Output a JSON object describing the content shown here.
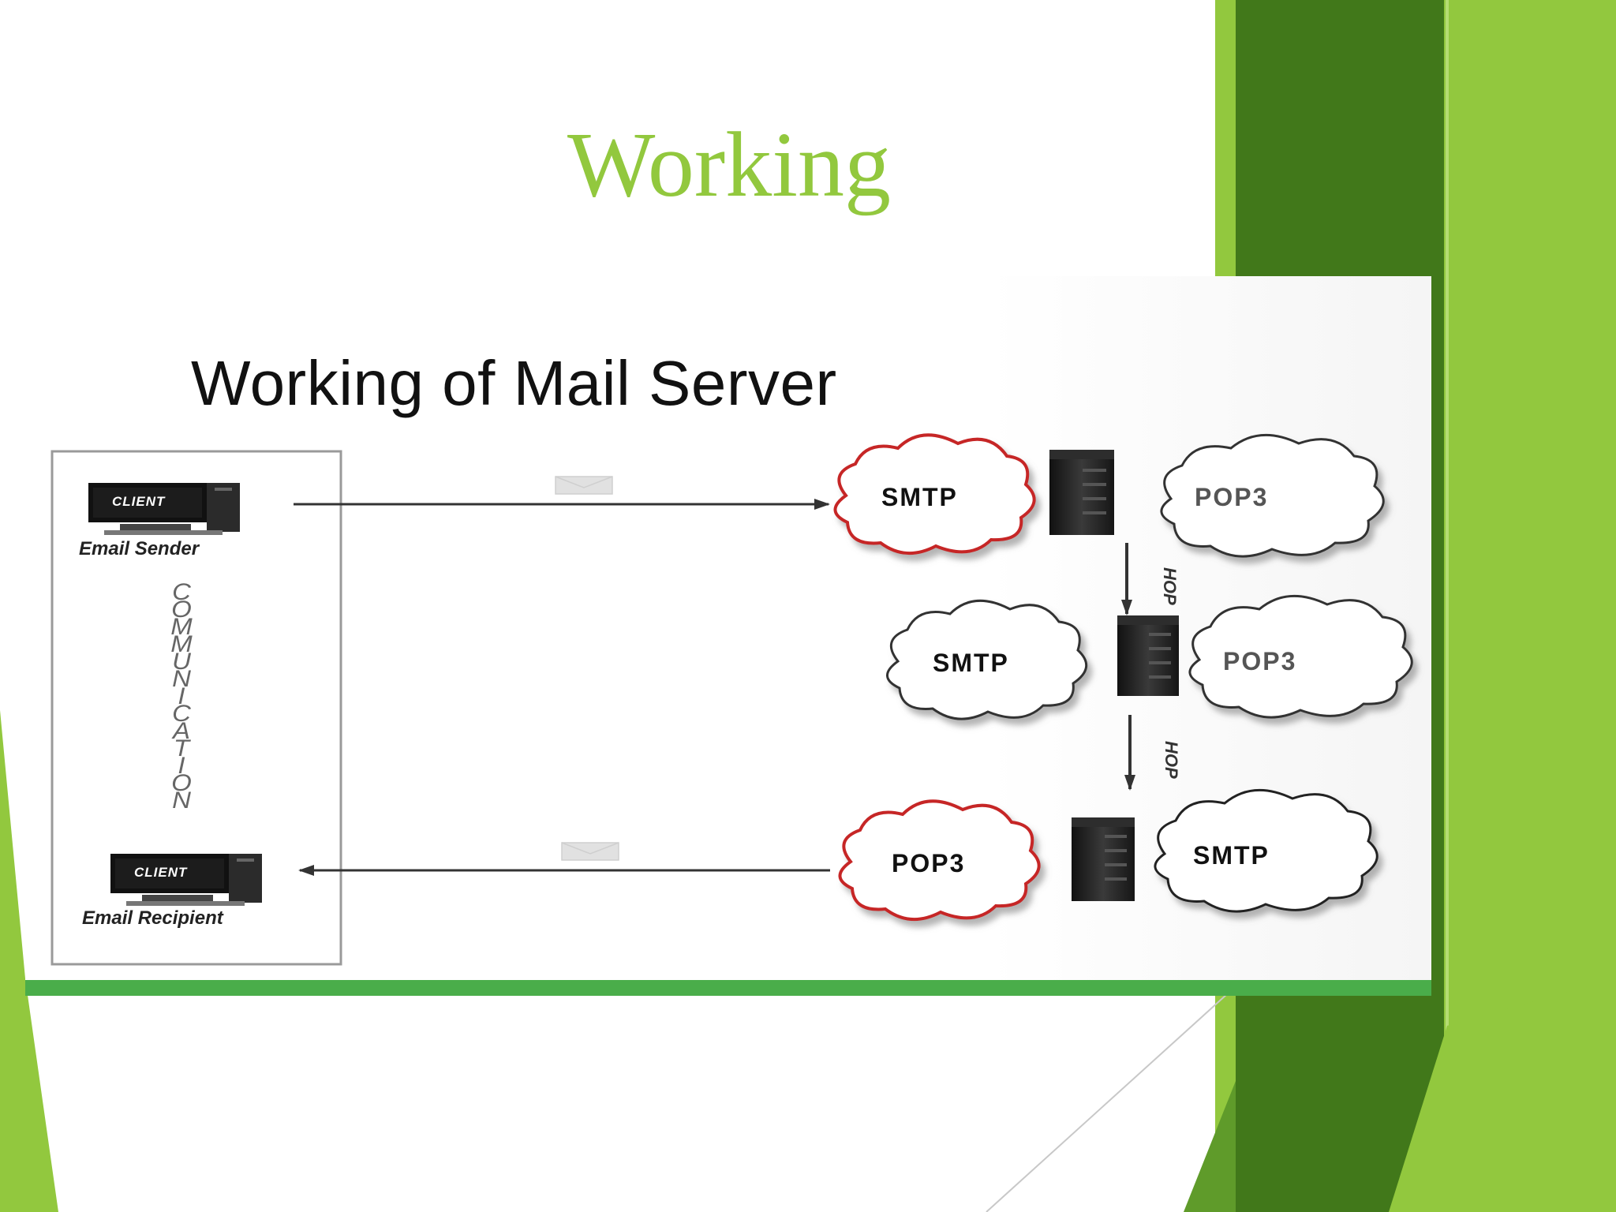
{
  "slide": {
    "title": "Working",
    "title_color": "#92c83e",
    "accent_dark": "#41781a",
    "accent_light": "#92c83e"
  },
  "diagram": {
    "title": "Working of Mail Server",
    "communication_label": "COMMUNICATION",
    "sender": {
      "screen_label": "CLIENT",
      "caption": "Email Sender"
    },
    "recipient": {
      "screen_label": "CLIENT",
      "caption": "Email Recipient"
    },
    "servers": [
      {
        "left_label": "SMTP",
        "right_label": "POP3"
      },
      {
        "left_label": "SMTP",
        "right_label": "POP3"
      },
      {
        "left_label": "POP3",
        "right_label": "SMTP"
      }
    ],
    "hops": [
      "HOP",
      "HOP"
    ]
  }
}
